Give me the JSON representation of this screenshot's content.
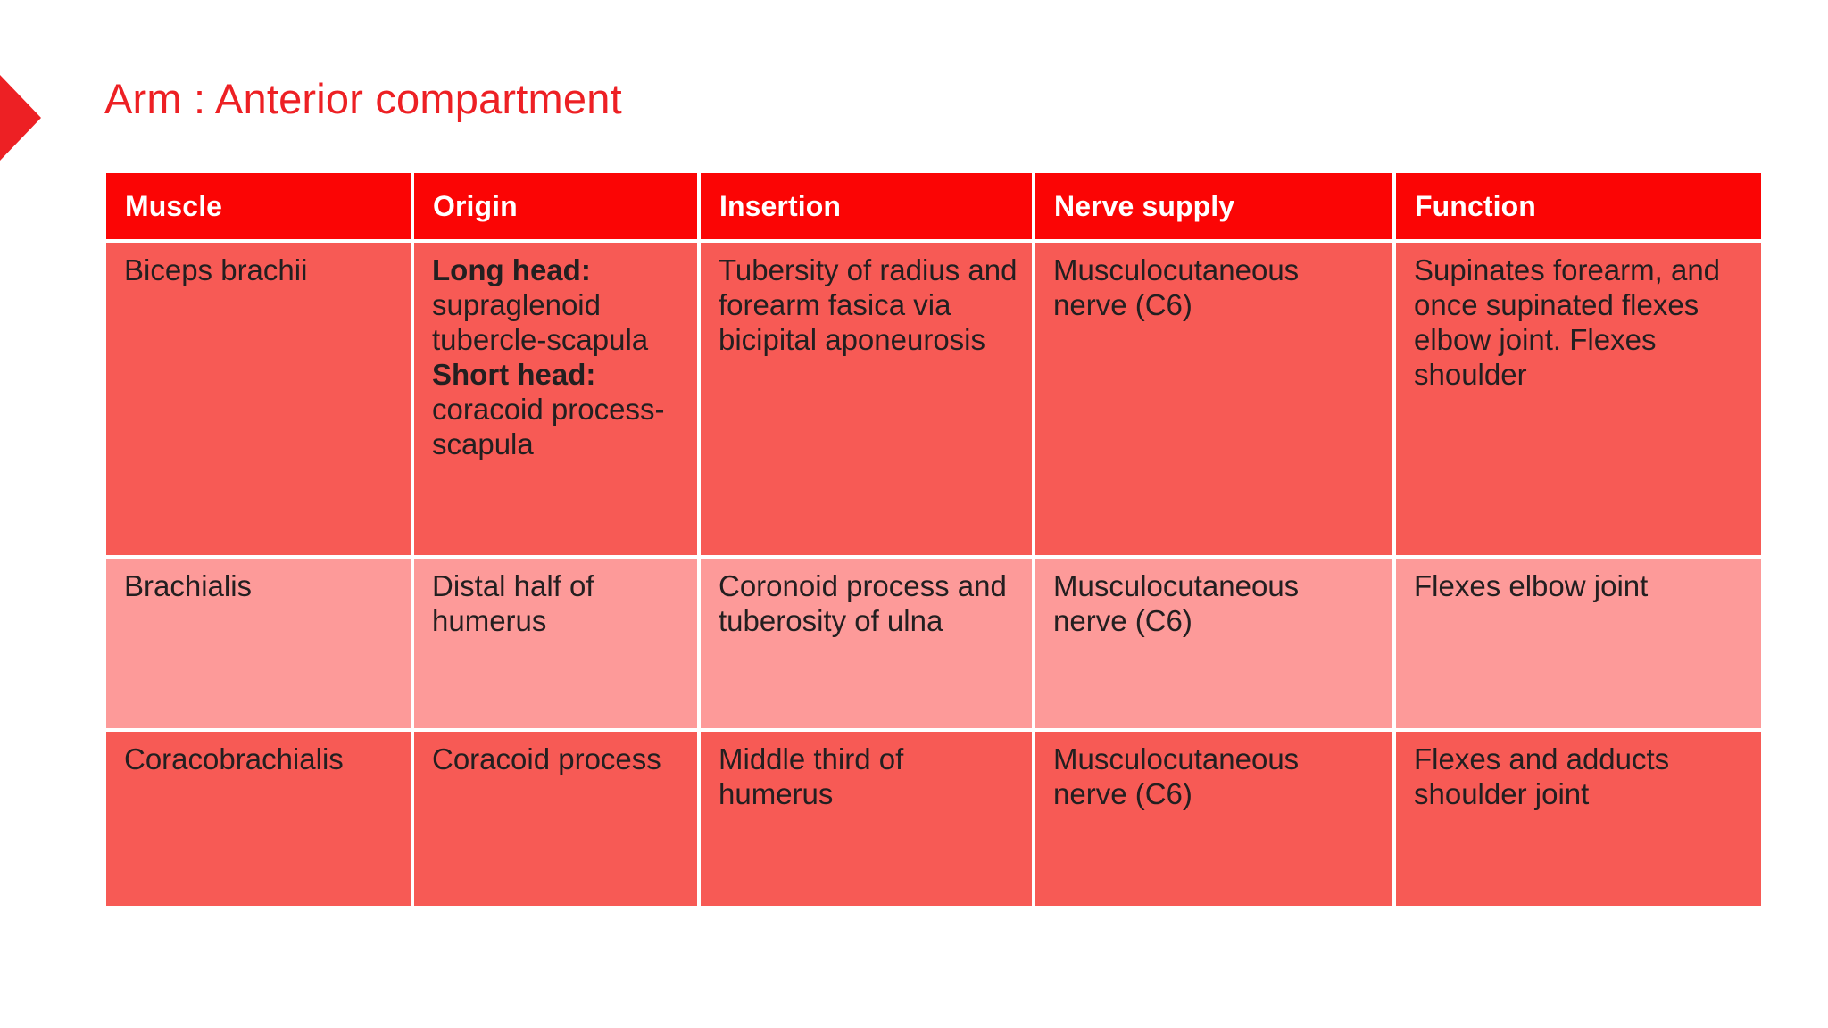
{
  "slide": {
    "title": "Arm : Anterior compartment",
    "marker_icon": "triangle-right-icon",
    "accent_color": "#ed2024",
    "header_color": "#fb0505",
    "row_dark_color": "#f75a55",
    "row_light_color": "#fd9a99",
    "text_color": "#231f20"
  },
  "table": {
    "columns": [
      "Muscle",
      "Origin",
      "Insertion",
      "Nerve supply",
      "Function"
    ],
    "rows": [
      {
        "muscle": "Biceps brachii",
        "origin_long_label": "Long head:",
        "origin_long_text": "supraglenoid tubercle-scapula",
        "origin_short_label": "Short head:",
        "origin_short_text": "coracoid process-scapula",
        "insertion": "Tubersity of radius and forearm fasica via bicipital aponeurosis",
        "nerve": "Musculocutaneous nerve (C6)",
        "function": "Supinates forearm, and once supinated flexes elbow joint. Flexes shoulder"
      },
      {
        "muscle": "Brachialis",
        "origin": "Distal half of humerus",
        "insertion": "Coronoid process and tuberosity of ulna",
        "nerve": "Musculocutaneous nerve (C6)",
        "function": "Flexes elbow joint"
      },
      {
        "muscle": "Coracobrachialis",
        "origin": "Coracoid process",
        "insertion": "Middle third of humerus",
        "nerve": "Musculocutaneous nerve (C6)",
        "function": "Flexes and adducts shoulder joint"
      }
    ]
  }
}
